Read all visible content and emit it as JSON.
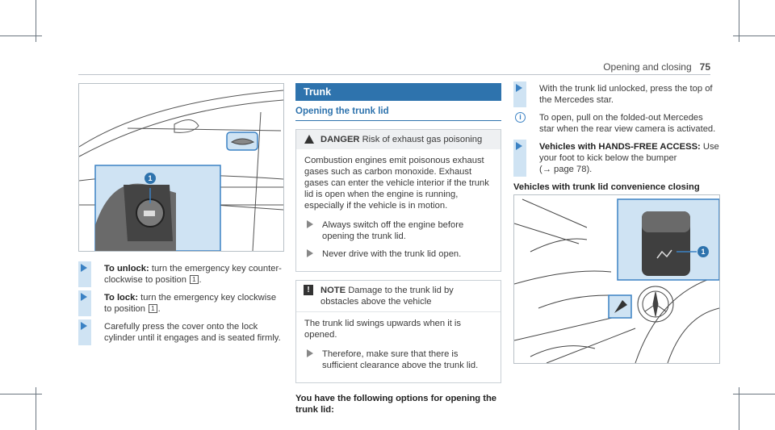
{
  "header": {
    "section": "Opening and closing",
    "page": "75"
  },
  "left": {
    "callout1": "1",
    "steps": [
      {
        "bold": "To unlock:",
        "text": " turn the emergency key counter-clockwise to position ",
        "num": "1",
        "end": "."
      },
      {
        "bold": "To lock:",
        "text": " turn the emergency key clockwise to position ",
        "num": "1",
        "end": "."
      },
      {
        "bold": "",
        "text": "Carefully press the cover onto the lock cylinder until it engages and is seated firmly.",
        "num": "",
        "end": ""
      }
    ]
  },
  "middle": {
    "section_title": "Trunk",
    "subtitle": "Opening the trunk lid",
    "danger": {
      "label": "DANGER",
      "heading": "Risk of exhaust gas poisoning",
      "body": "Combustion engines emit poisonous exhaust gases such as carbon monoxide. Exhaust gases can enter the vehicle interior if the trunk lid is open when the engine is running, especially if the vehicle is in motion.",
      "steps": [
        "Always switch off the engine before opening the trunk lid.",
        "Never drive with the trunk lid open."
      ]
    },
    "note": {
      "icon": "!",
      "label": "NOTE",
      "heading": "Damage to the trunk lid by obstacles above the vehicle",
      "body": "The trunk lid swings upwards when it is opened.",
      "steps": [
        "Therefore, make sure that there is sufficient clearance above the trunk lid."
      ]
    },
    "options_title": "You have the following options for opening the trunk lid:"
  },
  "right": {
    "step1": "With the trunk lid unlocked, press the top of the Mercedes star.",
    "info": "To open, pull on the folded-out Mercedes star when the rear view camera is activated.",
    "info_icon": "i",
    "step2_bold": "Vehicles with HANDS-FREE ACCESS:",
    "step2_text": " Use your foot to kick below the bumper",
    "step2_ref": "(→ page 78).",
    "convenience_title": "Vehicles with trunk lid convenience closing",
    "callout1": "1"
  }
}
